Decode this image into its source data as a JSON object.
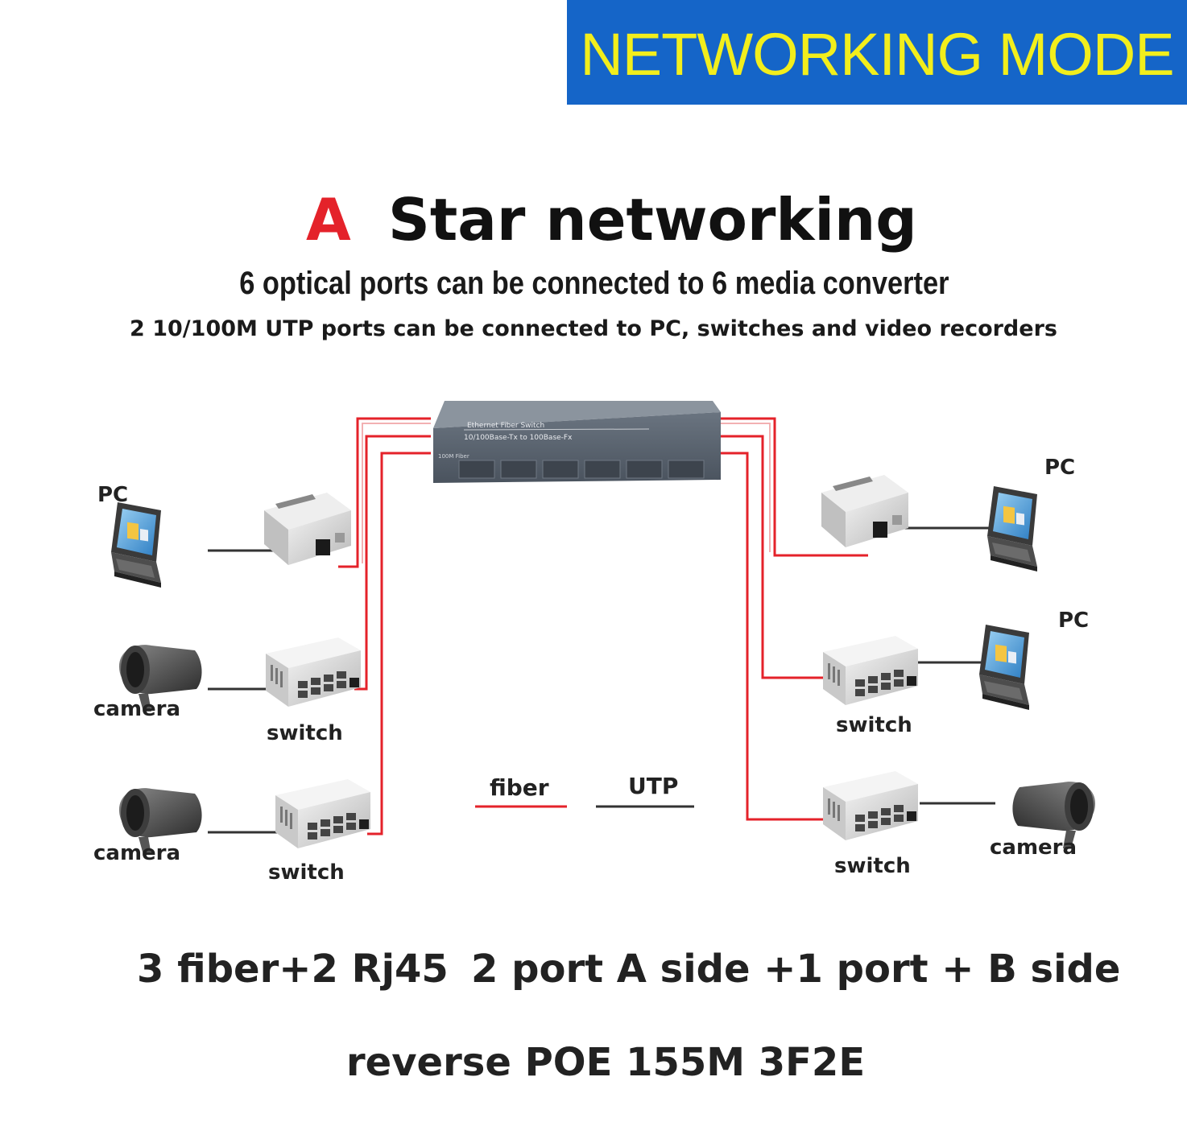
{
  "banner": {
    "text": "NETWORKING MODE"
  },
  "title": {
    "letter": "A",
    "main": "Star networking"
  },
  "subtitle1": "6 optical ports can be connected to 6 media converter",
  "subtitle2": "2 10/100M UTP ports can be connected to PC, switches and video recorders",
  "center_switch": {
    "line1": "Ethernet Fiber Switch",
    "line2": "10/100Base-Tx to 100Base-Fx",
    "port_label": "100M Fiber"
  },
  "labels": {
    "pc": "PC",
    "camera": "camera",
    "switch": "switch"
  },
  "legend": {
    "fiber": "fiber",
    "utp": "UTP",
    "fiber_color": "#e4222a",
    "utp_color": "#333333"
  },
  "bottom": {
    "line1a": "3 fiber+2 Rj45",
    "line1b": "2 port A side +1 port + B side",
    "line2": "reverse POE 155M 3F2E"
  },
  "colors": {
    "banner_bg": "#1565c8",
    "banner_text": "#f2ee1c",
    "accent_red": "#e4222a"
  }
}
